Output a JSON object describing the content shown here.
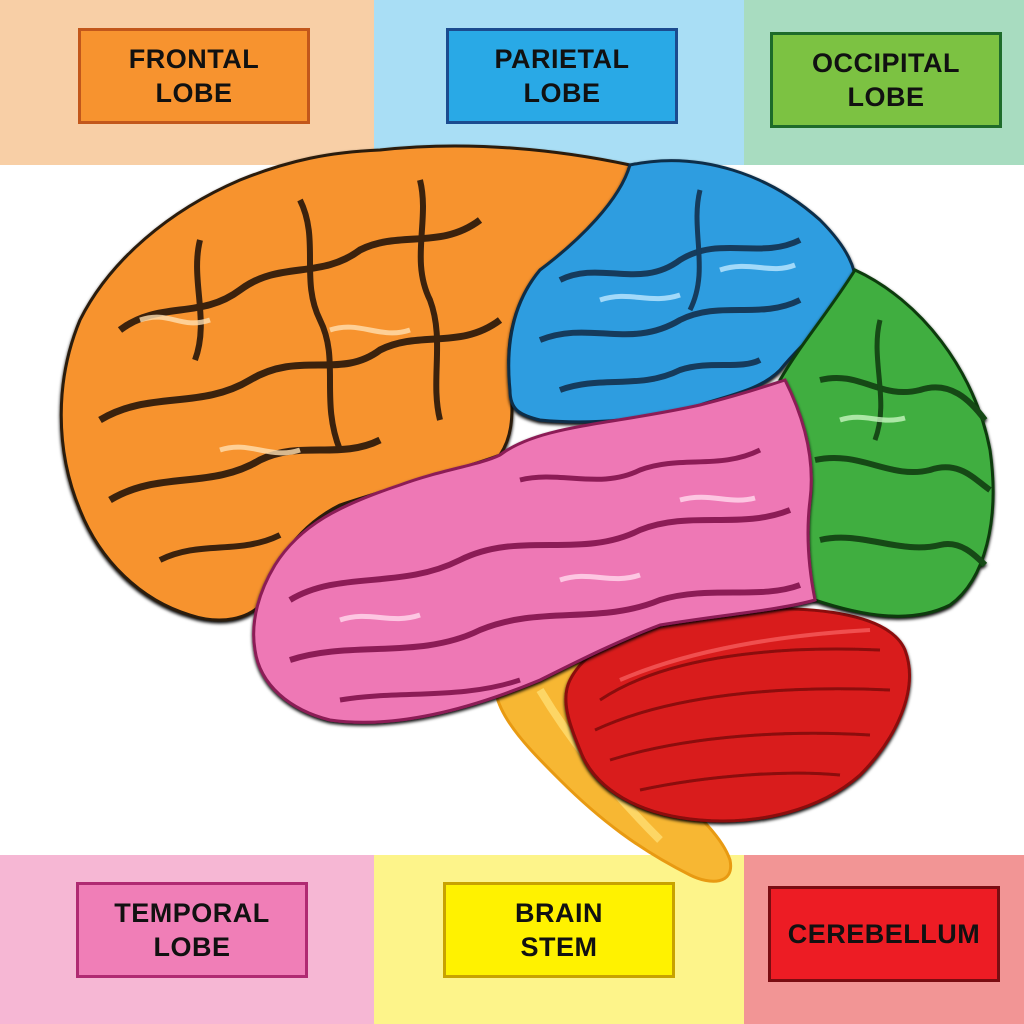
{
  "labels": {
    "frontal": {
      "text": "FRONTAL\nLOBE",
      "color": "#f7932f",
      "band": "#f8cfa6"
    },
    "parietal": {
      "text": "PARIETAL\nLOBE",
      "color": "#29a9e6",
      "band": "#a9def5"
    },
    "occipital": {
      "text": "OCCIPITAL\nLOBE",
      "color": "#7cc242",
      "band": "#a8dcc0"
    },
    "temporal": {
      "text": "TEMPORAL\nLOBE",
      "color": "#f07eb7",
      "band": "#f6b7d4"
    },
    "brainstem": {
      "text": "BRAIN\nSTEM",
      "color": "#fff200",
      "band": "#fdf48a"
    },
    "cerebellum": {
      "text": "CEREBELLUM",
      "color": "#ed1c24",
      "band": "#f29595"
    }
  }
}
